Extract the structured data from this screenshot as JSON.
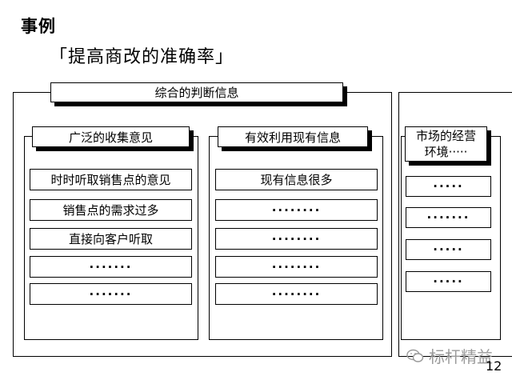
{
  "heading": "事例",
  "subtitle": "「提高商改的准确率」",
  "top_label": "综合的判断信息",
  "col1": {
    "label": "广泛的收集意见",
    "items": [
      "时时听取销售点的意见",
      "销售点的需求过多",
      "直接向客户听取",
      "·······",
      "·······"
    ]
  },
  "col2": {
    "label": "有效利用现有信息",
    "items": [
      "现有信息很多",
      "········",
      "········",
      "········",
      "········"
    ]
  },
  "col3": {
    "label_line1": "市场的经营",
    "label_line2": "环境·····",
    "items": [
      "·····",
      "·······",
      "·····",
      "·····"
    ]
  },
  "watermark": "标杆精益",
  "page_number": "12"
}
